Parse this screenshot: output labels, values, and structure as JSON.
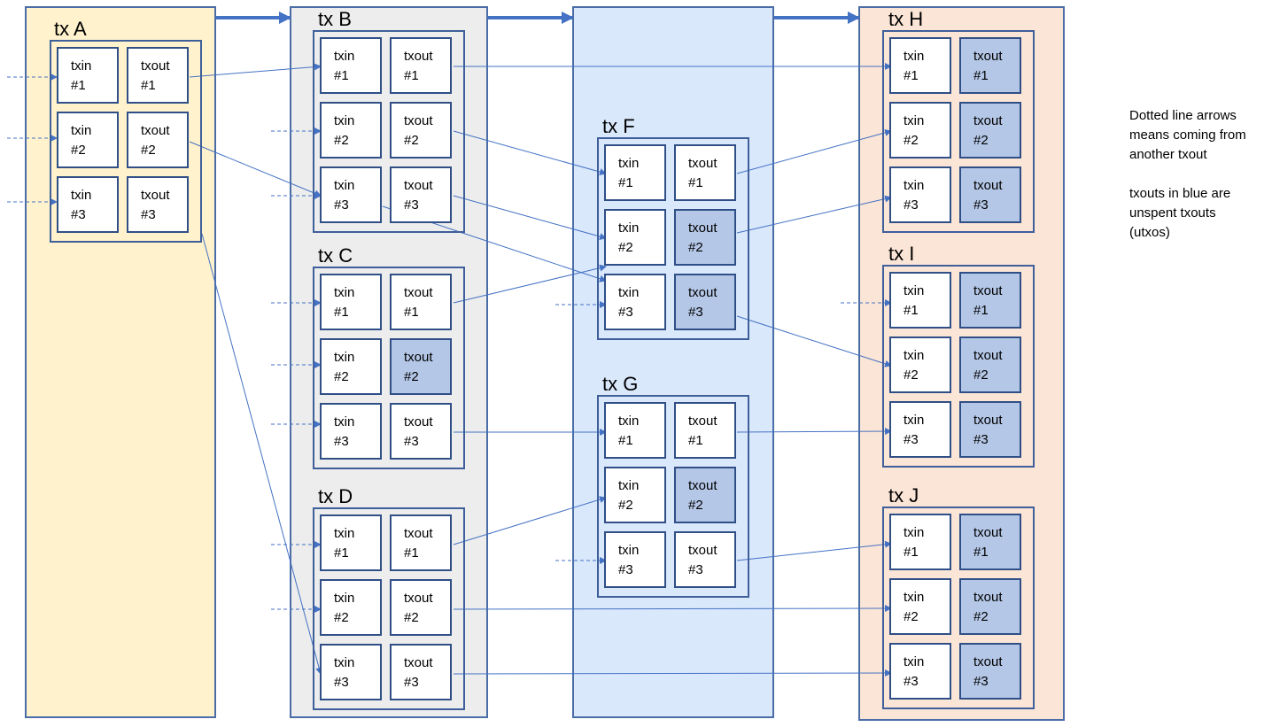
{
  "transactions": {
    "A": {
      "label": "tx A",
      "in1": [
        "txin",
        "#1"
      ],
      "in2": [
        "txin",
        "#2"
      ],
      "in3": [
        "txin",
        "#3"
      ],
      "out1": [
        "txout",
        "#1"
      ],
      "out2": [
        "txout",
        "#2"
      ],
      "out3": [
        "txout",
        "#3"
      ]
    },
    "B": {
      "label": "tx B",
      "in1": [
        "txin",
        "#1"
      ],
      "in2": [
        "txin",
        "#2"
      ],
      "in3": [
        "txin",
        "#3"
      ],
      "out1": [
        "txout",
        "#1"
      ],
      "out2": [
        "txout",
        "#2"
      ],
      "out3": [
        "txout",
        "#3"
      ]
    },
    "C": {
      "label": "tx C",
      "in1": [
        "txin",
        "#1"
      ],
      "in2": [
        "txin",
        "#2"
      ],
      "in3": [
        "txin",
        "#3"
      ],
      "out1": [
        "txout",
        "#1"
      ],
      "out2": [
        "txout",
        "#2"
      ],
      "out3": [
        "txout",
        "#3"
      ]
    },
    "D": {
      "label": "tx D",
      "in1": [
        "txin",
        "#1"
      ],
      "in2": [
        "txin",
        "#2"
      ],
      "in3": [
        "txin",
        "#3"
      ],
      "out1": [
        "txout",
        "#1"
      ],
      "out2": [
        "txout",
        "#2"
      ],
      "out3": [
        "txout",
        "#3"
      ]
    },
    "F": {
      "label": "tx F",
      "in1": [
        "txin",
        "#1"
      ],
      "in2": [
        "txin",
        "#2"
      ],
      "in3": [
        "txin",
        "#3"
      ],
      "out1": [
        "txout",
        "#1"
      ],
      "out2": [
        "txout",
        "#2"
      ],
      "out3": [
        "txout",
        "#3"
      ]
    },
    "G": {
      "label": "tx G",
      "in1": [
        "txin",
        "#1"
      ],
      "in2": [
        "txin",
        "#2"
      ],
      "in3": [
        "txin",
        "#3"
      ],
      "out1": [
        "txout",
        "#1"
      ],
      "out2": [
        "txout",
        "#2"
      ],
      "out3": [
        "txout",
        "#3"
      ]
    },
    "H": {
      "label": "tx H",
      "in1": [
        "txin",
        "#1"
      ],
      "in2": [
        "txin",
        "#2"
      ],
      "in3": [
        "txin",
        "#3"
      ],
      "out1": [
        "txout",
        "#1"
      ],
      "out2": [
        "txout",
        "#2"
      ],
      "out3": [
        "txout",
        "#3"
      ]
    },
    "I": {
      "label": "tx I",
      "in1": [
        "txin",
        "#1"
      ],
      "in2": [
        "txin",
        "#2"
      ],
      "in3": [
        "txin",
        "#3"
      ],
      "out1": [
        "txout",
        "#1"
      ],
      "out2": [
        "txout",
        "#2"
      ],
      "out3": [
        "txout",
        "#3"
      ]
    },
    "J": {
      "label": "tx J",
      "in1": [
        "txin",
        "#1"
      ],
      "in2": [
        "txin",
        "#2"
      ],
      "in3": [
        "txin",
        "#3"
      ],
      "out1": [
        "txout",
        "#1"
      ],
      "out2": [
        "txout",
        "#2"
      ],
      "out3": [
        "txout",
        "#3"
      ]
    }
  },
  "utxos": [
    "C.out2",
    "F.out2",
    "F.out3",
    "G.out2",
    "H.out1",
    "H.out2",
    "H.out3",
    "I.out1",
    "I.out2",
    "I.out3",
    "J.out1",
    "J.out2",
    "J.out3"
  ],
  "notes": {
    "dotted_line": [
      "Dotted line arrows",
      "means coming from",
      "another txout"
    ],
    "blue_txouts": [
      "txouts in blue are",
      "unspent txouts",
      "(utxos)"
    ]
  },
  "colors": {
    "column_1": "#fff2cc",
    "column_2": "#ededed",
    "column_3": "#dae8fc",
    "column_4": "#fbe5d6",
    "utxo": "#b4c7e7",
    "arrow": "#4472c4"
  }
}
